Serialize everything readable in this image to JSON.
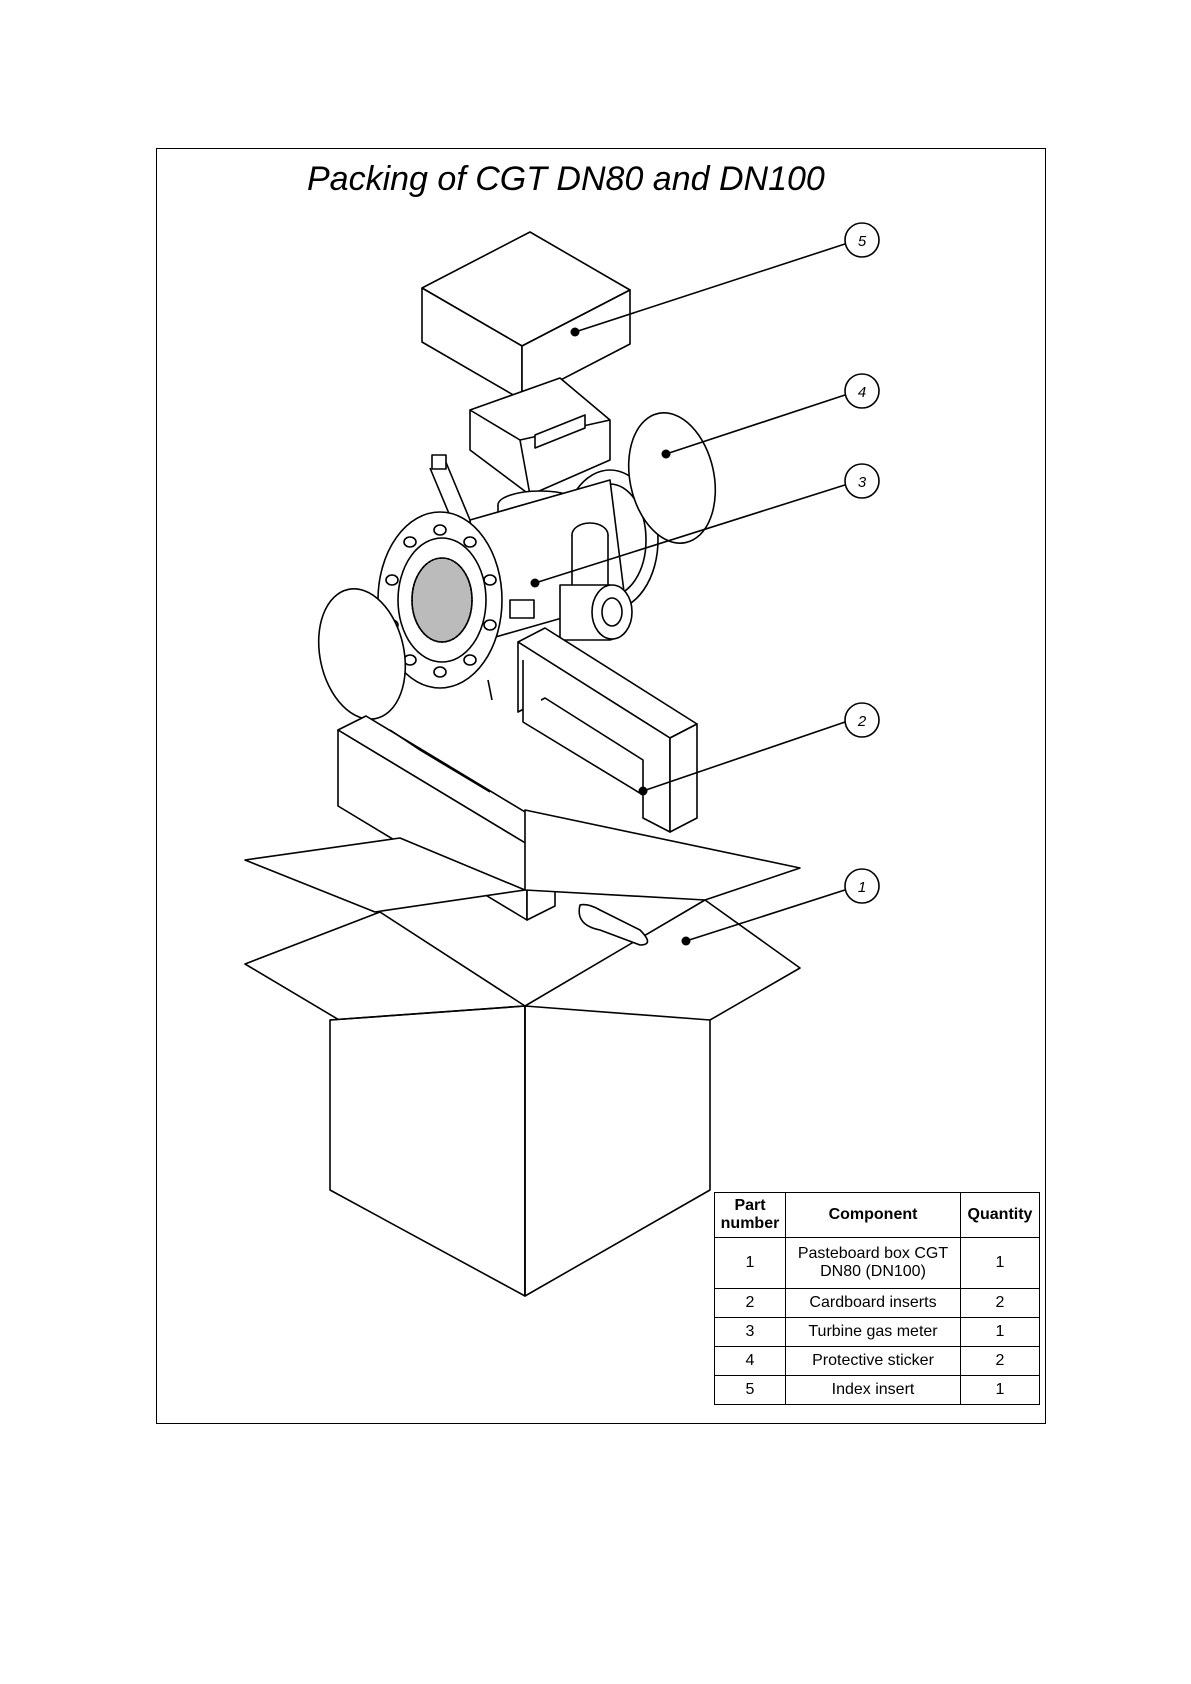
{
  "title": "Packing of CGT DN80 and DN100",
  "callouts": [
    {
      "num": "5",
      "part": "Index insert"
    },
    {
      "num": "4",
      "part": "Protective sticker"
    },
    {
      "num": "3",
      "part": "Turbine gas meter"
    },
    {
      "num": "2",
      "part": "Cardboard inserts"
    },
    {
      "num": "1",
      "part": "Pasteboard box CGT DN80 (DN100)"
    }
  ],
  "table": {
    "headers": {
      "part_number": "Part number",
      "component": "Component",
      "quantity": "Quantity"
    },
    "rows": [
      {
        "part_number": "1",
        "component": "Pasteboard box CGT DN80 (DN100)",
        "quantity": "1"
      },
      {
        "part_number": "2",
        "component": "Cardboard inserts",
        "quantity": "2"
      },
      {
        "part_number": "3",
        "component": "Turbine gas meter",
        "quantity": "1"
      },
      {
        "part_number": "4",
        "component": "Protective sticker",
        "quantity": "2"
      },
      {
        "part_number": "5",
        "component": "Index insert",
        "quantity": "1"
      }
    ]
  }
}
